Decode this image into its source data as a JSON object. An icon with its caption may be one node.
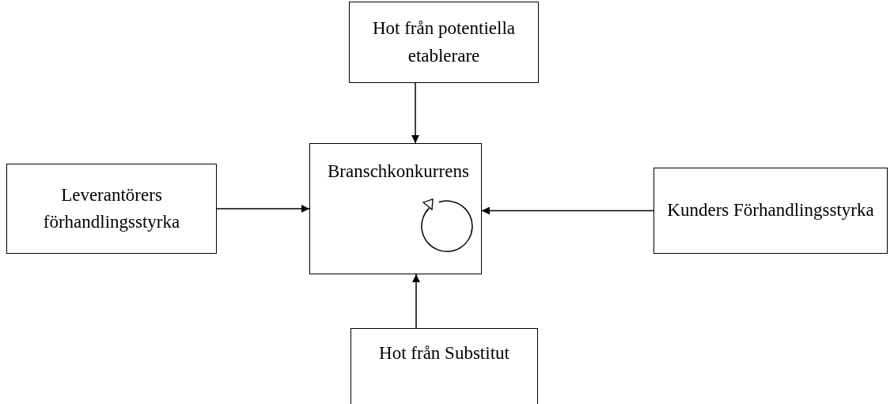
{
  "diagram": {
    "nodes": [
      {
        "text": [
          "Hot från potentiella etablerare"
        ]
      },
      {
        "text": [
          "Leverantörers förhandlingsstyrka"
        ]
      },
      {
        "text": [
          "Branschkonkurrens"
        ]
      },
      {
        "text": [
          "Kunders Förhandlingsstyrka"
        ]
      },
      {
        "text": [
          "Hot från Substitut"
        ]
      }
    ],
    "edges": [
      {
        "from": 0,
        "to": 2,
        "arrow": "to"
      },
      {
        "from": 1,
        "to": 2,
        "arrow": "to"
      },
      {
        "from": 3,
        "to": 2,
        "arrow": "to"
      },
      {
        "from": 4,
        "to": 2,
        "arrow": "to"
      }
    ]
  }
}
